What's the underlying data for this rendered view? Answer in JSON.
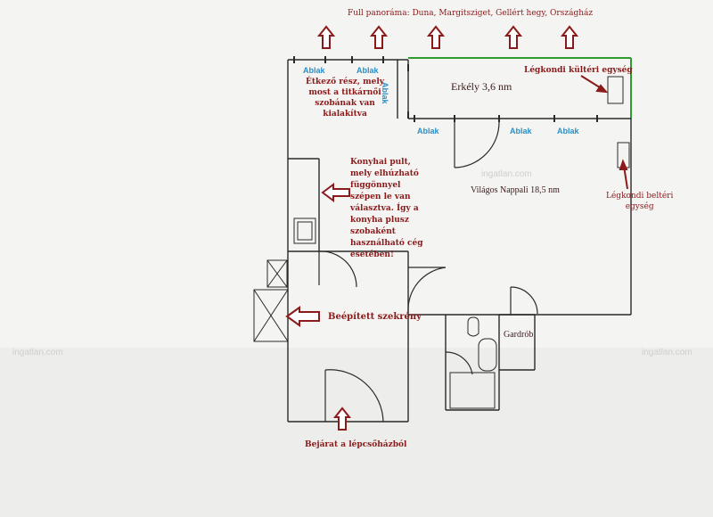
{
  "title": "Full panoráma: Duna, Margitsziget, Gellért hegy, Országház",
  "watermark": "ingatlan.com",
  "rooms": {
    "balcony": "Erkély 3,6 nm",
    "living": "Világos Nappali 18,5 nm",
    "wardrobe": "Gardrób"
  },
  "windows": {
    "w1": "Ablak",
    "w2": "Ablak",
    "w3": "Ablak",
    "w4": "Ablak",
    "w5": "Ablak",
    "w_vertical": "Ablak"
  },
  "notes": {
    "dining": "Étkező rész, mely\nmost a titkárnői\nszobának van\nkialakítva",
    "kitchen": "Konyhai pult,\nmely elhúzható\nfüggönnyel\nszépen le van\nválasztva. Így a\nkonyha plusz\nszobaként\nhasználható cég\nesetében!",
    "ac_outdoor": "Légkondi kültéri egység",
    "ac_indoor": "Légkondi beltéri\negység",
    "closet": "Beépített szekrény",
    "entrance": "Bejárat a lépcsőházból"
  },
  "colors": {
    "wall": "#2a2a2a",
    "arrow": "#8b1a1a",
    "balcony_edge": "#2e9c2e",
    "window": "#2b8fc7"
  }
}
